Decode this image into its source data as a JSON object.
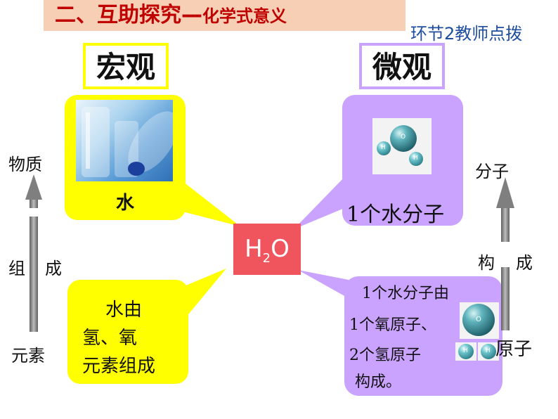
{
  "title": {
    "main": "二、互助探究—",
    "sub": "化学式意义"
  },
  "top_note": "环节2教师点拨",
  "macro": {
    "heading": "宏观",
    "bubble1_text": "水",
    "bubble2_lines": [
      "水由",
      "氢、氧",
      "元素组成"
    ]
  },
  "micro": {
    "heading": "微观",
    "bubble1_text": "1个水分子",
    "bubble2_lines": [
      "1个水分子由",
      "1个氧原子、",
      "2个氢原子",
      "构成。"
    ]
  },
  "center": {
    "formula_main": "H",
    "formula_sub": "2",
    "formula_end": "O"
  },
  "left_axis": {
    "top": "物质",
    "middle": [
      "组",
      "成"
    ],
    "bottom": "元素"
  },
  "right_axis": {
    "top": "分子",
    "middle": [
      "构",
      "成"
    ],
    "bottom": "原子"
  },
  "atom_labels": {
    "oxygen": "O",
    "hydrogen": "H"
  },
  "colors": {
    "macro_bubble": "#ffff00",
    "micro_bubble": "#c9a3ff",
    "center_box": "#f0545c",
    "title_bar": "#f6cfb4",
    "title_text": "#c00000",
    "arrow": "#7f7f7f"
  }
}
